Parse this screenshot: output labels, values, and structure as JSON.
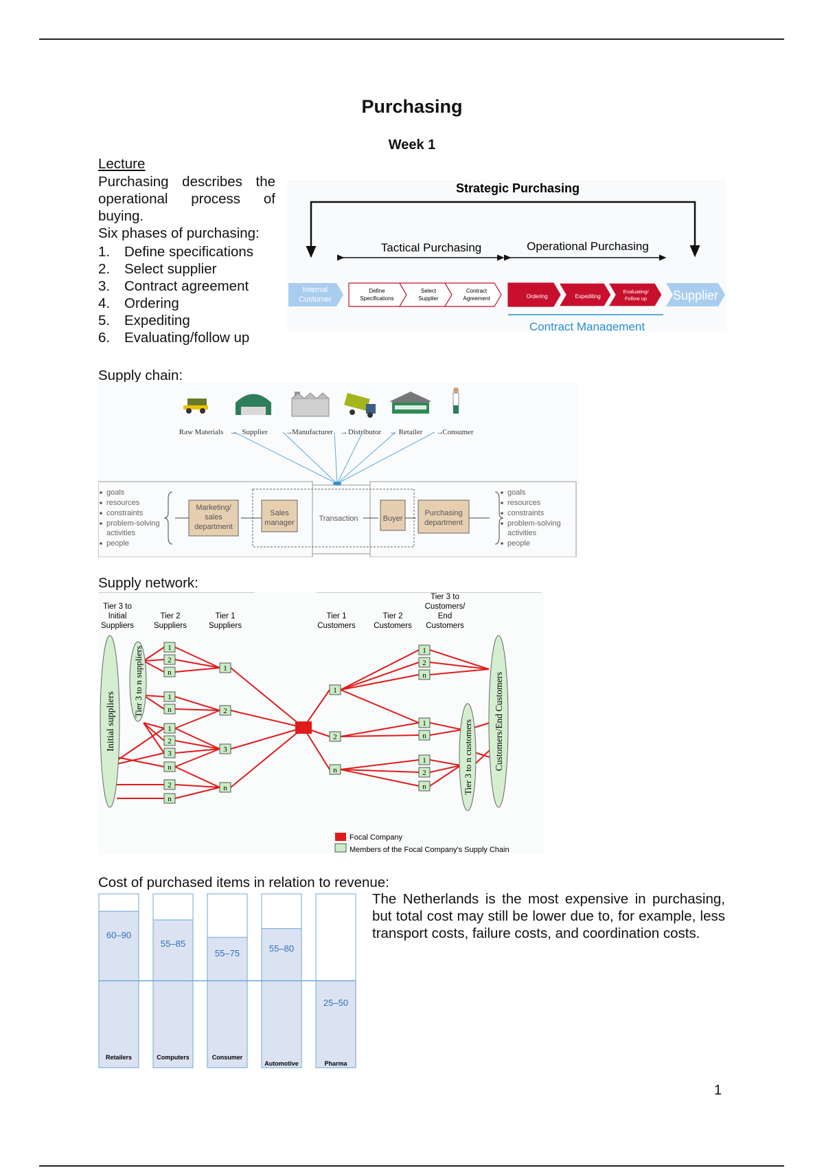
{
  "document": {
    "title": "Purchasing",
    "subtitle": "Week 1",
    "page_number": "1"
  },
  "lecture": {
    "heading": "Lecture",
    "intro_line1": "Purchasing describes the operational process of buying.",
    "intro_line2": "Six phases of purchasing:",
    "phases": [
      {
        "num": "1.",
        "label": "Define specifications"
      },
      {
        "num": "2.",
        "label": "Select supplier"
      },
      {
        "num": "3.",
        "label": "Contract agreement"
      },
      {
        "num": "4.",
        "label": "Ordering"
      },
      {
        "num": "5.",
        "label": "Expediting"
      },
      {
        "num": "6.",
        "label": "Evaluating/follow up"
      }
    ]
  },
  "strategic_figure": {
    "title": "Strategic Purchasing",
    "tactical": "Tactical Purchasing",
    "operational": "Operational Purchasing",
    "contract_management": "Contract Management",
    "start": [
      "Internal",
      "Customer"
    ],
    "end": "Supplier",
    "tactical_steps": [
      [
        "Define",
        "Specifications"
      ],
      [
        "Select",
        "Supplier"
      ],
      [
        "Contract",
        "Agreement"
      ]
    ],
    "operational_steps": [
      [
        "Ordering"
      ],
      [
        "Expediting"
      ],
      [
        "Evaluating/",
        "Follow up"
      ]
    ],
    "colors": {
      "red": "#c8102e",
      "light_blue": "#a9cdef",
      "blue_text": "#2a8fcc"
    }
  },
  "supply_chain": {
    "label": "Supply chain:",
    "stages": [
      "Raw Materials",
      "Supplier",
      "Manufacturer",
      "Distributor",
      "Retailer",
      "Consumer"
    ],
    "left_list": [
      "goals",
      "resources",
      "constraints",
      "problem-solving activities",
      "people"
    ],
    "right_list": [
      "goals",
      "resources",
      "constraints",
      "problem-solving activities",
      "people"
    ],
    "boxes": {
      "marketing": [
        "Marketing/",
        "sales",
        "department"
      ],
      "sales_manager": [
        "Sales",
        "manager"
      ],
      "transaction": "Transaction",
      "buyer": "Buyer",
      "purchasing": [
        "Purchasing",
        "department"
      ]
    },
    "box_color": "#e6cfb1"
  },
  "supply_network": {
    "label": "Supply network:",
    "headers": [
      [
        "Tier 3 to",
        "Initial",
        "Suppliers"
      ],
      [
        "Tier 2",
        "Suppliers"
      ],
      [
        "Tier 1",
        "Suppliers"
      ],
      [
        "Tier 1",
        "Customers"
      ],
      [
        "Tier 2",
        "Customers"
      ],
      [
        "Tier 3 to",
        "Customers/",
        "End",
        "Customers"
      ]
    ],
    "ellipse_labels": {
      "initial": "Initial suppliers",
      "tier3_suppliers": "Tier 3 to n suppliers",
      "tier3_customers": "Tier 3 to n customers",
      "end_customers": "Customers/End Customers"
    },
    "tier2_supplier_labels": [
      "1",
      "2",
      "n",
      "1",
      "n",
      "1",
      "2",
      "3",
      "n",
      "2",
      "n"
    ],
    "tier1_supplier_labels": [
      "1",
      "2",
      "3",
      "n"
    ],
    "tier1_customer_labels": [
      "1",
      "2",
      "n"
    ],
    "tier2_customer_labels": [
      "1",
      "2",
      "n",
      "1",
      "n",
      "1",
      "2",
      "n"
    ],
    "legend": [
      "Focal Company",
      "Members of the Focal Company's Supply Chain"
    ],
    "colors": {
      "link": "#e01b1b",
      "member": "#c9ecc4",
      "focal": "#e01b1b"
    }
  },
  "cost_chart": {
    "label": "Cost of purchased items in relation to revenue:",
    "paragraph": "The Netherlands is the most expensive in purchasing, but total cost may still be lower due to, for example, less transport costs, failure costs, and coordination costs."
  },
  "chart_data": {
    "type": "bar",
    "categories": [
      "Retailers",
      "Computers",
      "Consumer",
      "Automotive",
      "Pharma"
    ],
    "ranges": [
      [
        60,
        90
      ],
      [
        55,
        85
      ],
      [
        55,
        75
      ],
      [
        55,
        80
      ],
      [
        25,
        50
      ]
    ],
    "range_labels": [
      "60–90",
      "55–85",
      "55–75",
      "55–80",
      "25–50"
    ],
    "ylim": [
      0,
      100
    ],
    "colors": {
      "fill": "#dbe3f3",
      "stroke": "#6fa6d6",
      "label": "#2f6fb8"
    }
  }
}
